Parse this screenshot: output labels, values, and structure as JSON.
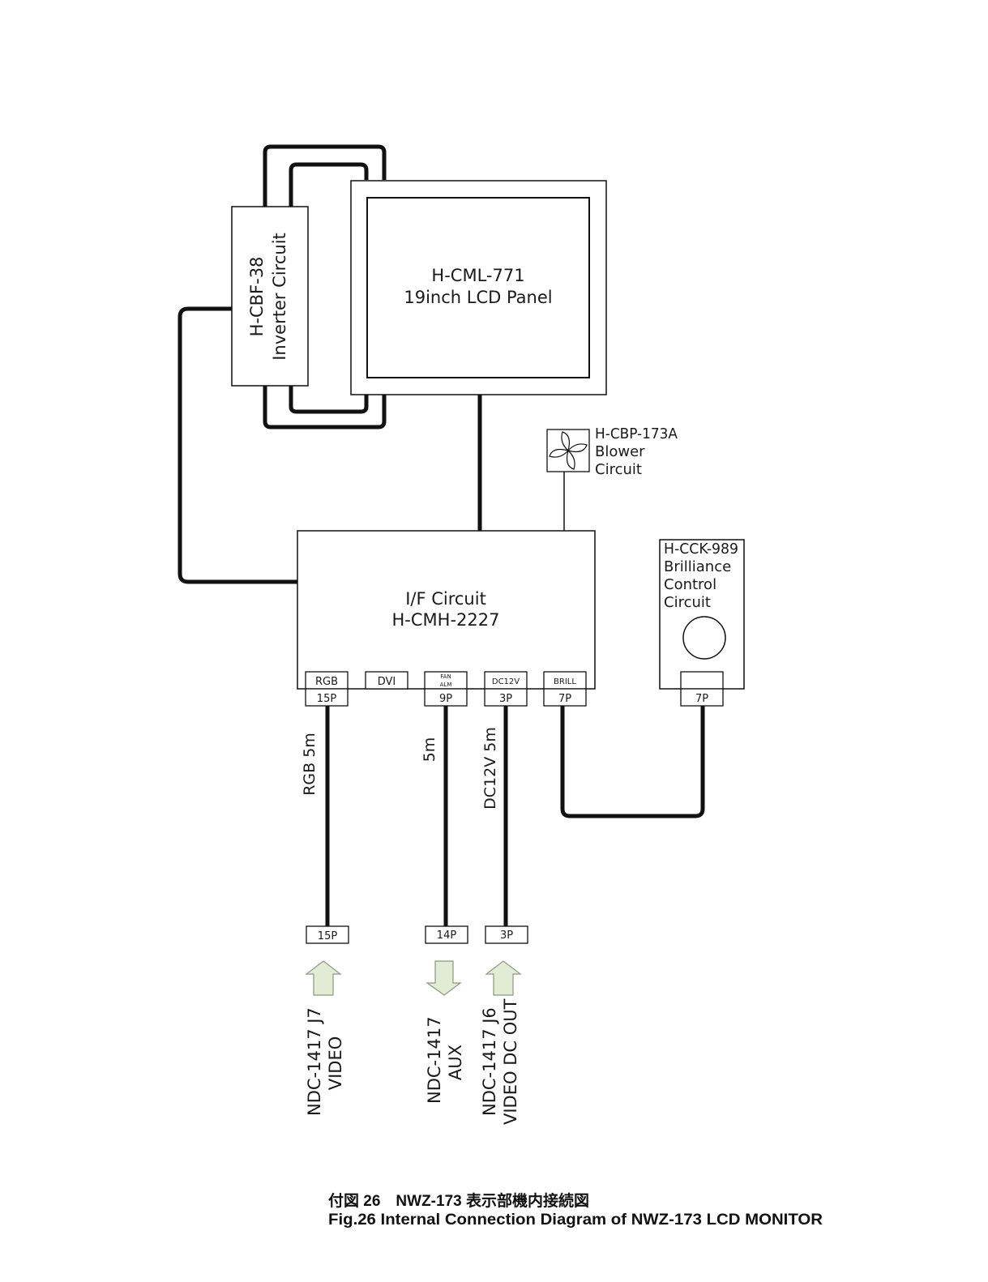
{
  "inverter": {
    "line1": "H-CBF-38",
    "line2": "Inverter Circuit"
  },
  "panel": {
    "line1": "H-CML-771",
    "line2": "19inch LCD Panel"
  },
  "blower": {
    "line1": "H-CBP-173A",
    "line2": "Blower",
    "line3": "Circuit"
  },
  "if_circuit": {
    "line1": "I/F Circuit",
    "line2": "H-CMH-2227"
  },
  "brilliance": {
    "line1": "H-CCK-989",
    "line2": "Brilliance",
    "line3": "Control",
    "line4": "Circuit",
    "connector": "7P"
  },
  "if_connectors": [
    {
      "top": "RGB",
      "pins": "15P"
    },
    {
      "top": "DVI",
      "pins": ""
    },
    {
      "top_line1": "FAN",
      "top_line2": "ALM",
      "pins": "9P"
    },
    {
      "top": "DC12V",
      "pins": "3P"
    },
    {
      "top": "BRILL",
      "pins": "7P"
    }
  ],
  "cables": {
    "rgb": "RGB 5m",
    "aux": "5m",
    "dc": "DC12V 5m"
  },
  "bottom_connectors": {
    "video": "15P",
    "aux": "14P",
    "dc": "3P"
  },
  "destinations": {
    "video": {
      "line1": "NDC-1417 J7",
      "line2": "VIDEO"
    },
    "aux": {
      "line1": "NDC-1417",
      "line2": "AUX"
    },
    "dc": {
      "line1": "NDC-1417 J6",
      "line2": "VIDEO DC OUT"
    }
  },
  "caption": {
    "jp": "付図 26　NWZ-173 表示部機内接続図",
    "en": "Fig.26 Internal Connection Diagram of NWZ-173 LCD MONITOR"
  },
  "colors": {
    "arrow_fill": "#e2ebd4",
    "line": "#111111"
  }
}
